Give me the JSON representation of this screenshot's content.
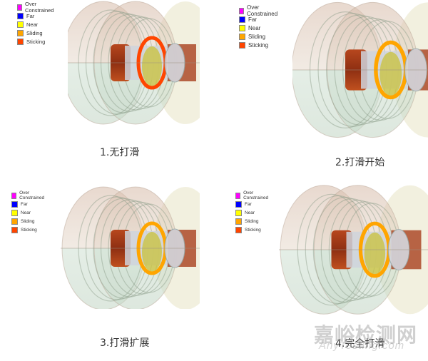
{
  "legend": {
    "items": [
      {
        "label": "Over Constrained",
        "color": "#ff00ff"
      },
      {
        "label": "Far",
        "color": "#0000ff"
      },
      {
        "label": "Near",
        "color": "#ffff00"
      },
      {
        "label": "Sliding",
        "color": "#ffa500"
      },
      {
        "label": "Sticking",
        "color": "#ff4500"
      }
    ]
  },
  "panels": [
    {
      "caption": "1.无打滑",
      "ring_state": "sticking"
    },
    {
      "caption": "2.打滑开始",
      "ring_state": "sliding"
    },
    {
      "caption": "3.打滑扩展",
      "ring_state": "sliding"
    },
    {
      "caption": "4.完全打滑",
      "ring_state": "sliding"
    }
  ],
  "watermark": {
    "cn": "嘉峪检测网",
    "en": "AnyTesting.com"
  }
}
